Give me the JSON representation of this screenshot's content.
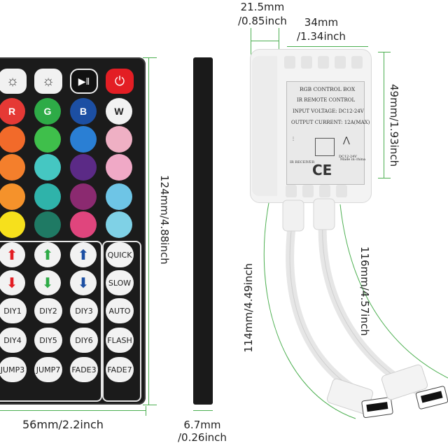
{
  "dimensions": {
    "cable_width": "21.5mm\n/0.85inch",
    "box_width": "34mm\n/1.34inch",
    "box_height": "49mm/1.93inch",
    "remote_height": "124mm/4.88inch",
    "remote_width": "56mm/2.2inch",
    "remote_thickness": "6.7mm\n/0.26inch",
    "cable_left": "114mm/4.49inch",
    "cable_right": "116mm/4.57inch"
  },
  "remote": {
    "row_rgbw": [
      "R",
      "G",
      "B",
      "W"
    ],
    "right_labels": [
      "QUICK",
      "SLOW",
      "AUTO",
      "FLASH",
      "FADE7"
    ],
    "diy_labels": [
      "DIY1",
      "DIY2",
      "DIY3",
      "DIY4",
      "DIY5",
      "DIY6"
    ],
    "bottom_labels": [
      "JUMP3",
      "JUMP7",
      "FADE3"
    ]
  },
  "label": {
    "line1": "RGB CONTROL BOX",
    "line2": "IR REMOTE CONTROL",
    "line3": "INPUT VOLTAGE: DC12-24V",
    "line4": "OUTPUT CURRENT: 12A(MAX)",
    "ce": "CE",
    "small1": "IR RECEIVER",
    "small2": "DC12-24V",
    "small3": "Made in china"
  },
  "colors": {
    "remote_body": "#1b1b1b",
    "power_red": "#e31e24"
  }
}
